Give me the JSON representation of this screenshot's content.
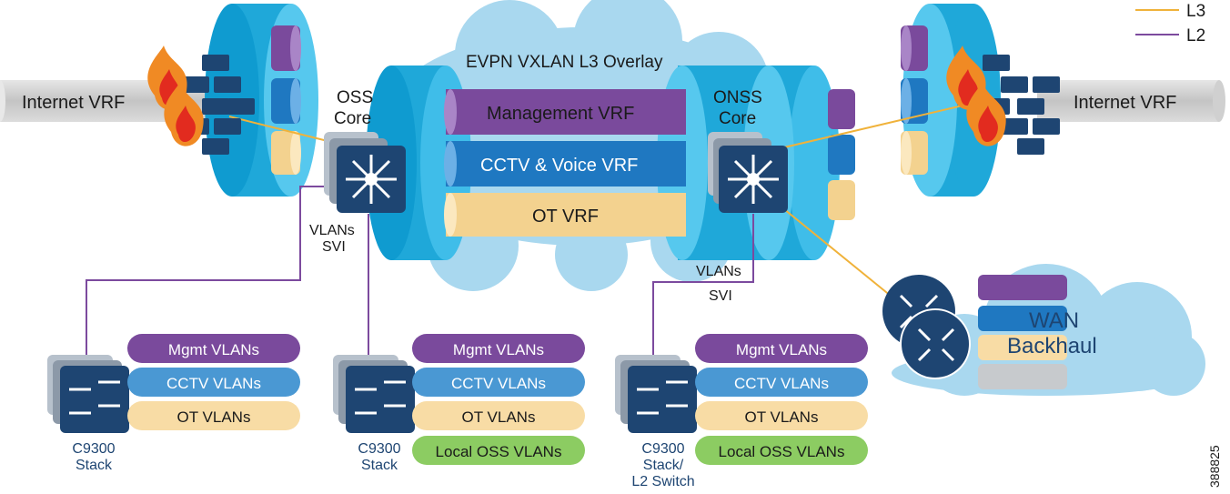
{
  "legend": {
    "l3_label": "L3",
    "l2_label": "L2",
    "l3_color": "#f0b23a",
    "l2_color": "#7c4a9e"
  },
  "internet_left": {
    "label": "Internet VRF"
  },
  "internet_right": {
    "label": "Internet VRF"
  },
  "overlay": {
    "title": "EVPN VXLAN L3 Overlay",
    "vrfs": [
      {
        "label": "Management VRF",
        "color": "#7a4a9c"
      },
      {
        "label": "CCTV & Voice VRF",
        "color": "#1f78c1"
      },
      {
        "label": "OT VRF",
        "color": "#f3d28f"
      }
    ]
  },
  "oss_core": {
    "label_line1": "OSS",
    "label_line2": "Core",
    "icon": "layer3-switch-icon"
  },
  "onss_core": {
    "label_line1": "ONSS",
    "label_line2": "Core",
    "icon": "layer3-switch-icon"
  },
  "svi_left": {
    "line1": "VLANs",
    "line2": "SVI"
  },
  "svi_right": {
    "line1": "VLANs",
    "line2": "SVI"
  },
  "wan": {
    "line1": "WAN",
    "line2": "Backhaul",
    "icon": "router-icon"
  },
  "stacks": [
    {
      "line1": "C9300",
      "line2": "Stack",
      "line3": "",
      "vlans": [
        "Mgmt VLANs",
        "CCTV VLANs",
        "OT VLANs"
      ]
    },
    {
      "line1": "C9300",
      "line2": "Stack",
      "line3": "",
      "vlans": [
        "Mgmt VLANs",
        "CCTV VLANs",
        "OT VLANs",
        "Local OSS VLANs"
      ]
    },
    {
      "line1": "C9300",
      "line2": "Stack/",
      "line3": "L2 Switch",
      "vlans": [
        "Mgmt VLANs",
        "CCTV VLANs",
        "OT VLANs",
        "Local OSS VLANs"
      ]
    }
  ],
  "vlan_colors": [
    "#7a4a9c",
    "#4a98d3",
    "#f8dca5",
    "#8ccc62"
  ],
  "figure_id": "388825"
}
